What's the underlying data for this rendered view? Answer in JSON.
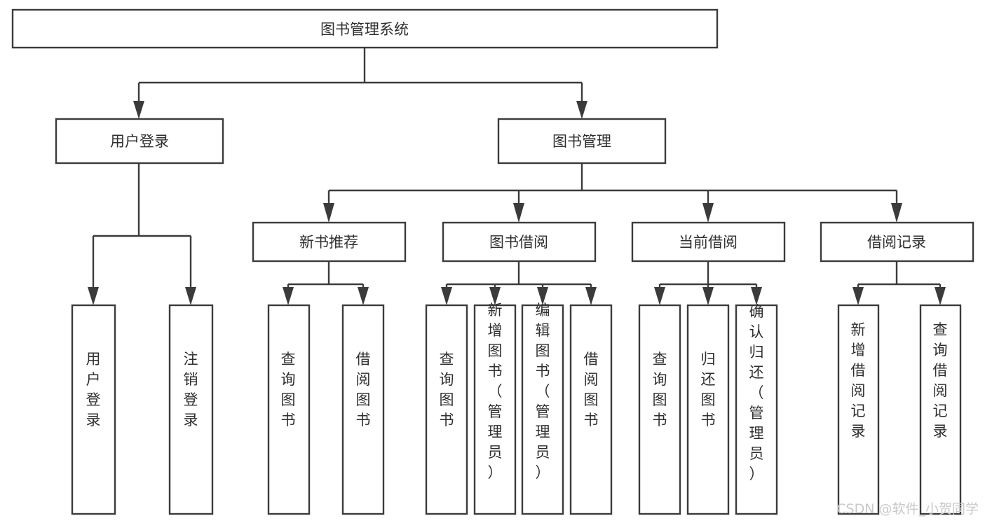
{
  "diagram": {
    "type": "tree-hierarchy",
    "title": "图书管理系统",
    "orientation": "top-down",
    "colors": {
      "box_stroke": "#3b3b3b",
      "box_fill": "#ffffff",
      "text": "#2f2f2f",
      "connector": "#3b3b3b",
      "watermark": "#c9c9c9",
      "background": "#ffffff"
    },
    "root": {
      "label": "图书管理系统"
    },
    "level2": [
      {
        "label": "用户登录"
      },
      {
        "label": "图书管理"
      }
    ],
    "level3": [
      {
        "label": "新书推荐"
      },
      {
        "label": "图书借阅"
      },
      {
        "label": "当前借阅"
      },
      {
        "label": "借阅记录"
      }
    ],
    "leaves": {
      "user_login": [
        {
          "label": "用户登录"
        },
        {
          "label": "注销登录"
        }
      ],
      "new_book_recommend": [
        {
          "label": "查询图书"
        },
        {
          "label": "借阅图书"
        }
      ],
      "book_borrow": [
        {
          "label": "查询图书"
        },
        {
          "label": "新增图书（管理员）"
        },
        {
          "label": "编辑图书（管理员）"
        },
        {
          "label": "借阅图书"
        }
      ],
      "current_borrow": [
        {
          "label": "查询图书"
        },
        {
          "label": "归还图书"
        },
        {
          "label": "确认归还（管理员）"
        }
      ],
      "borrow_record": [
        {
          "label": "新增借阅记录"
        },
        {
          "label": "查询借阅记录"
        }
      ]
    }
  },
  "watermark": {
    "text": "CSDN @软件_小贺同学"
  }
}
